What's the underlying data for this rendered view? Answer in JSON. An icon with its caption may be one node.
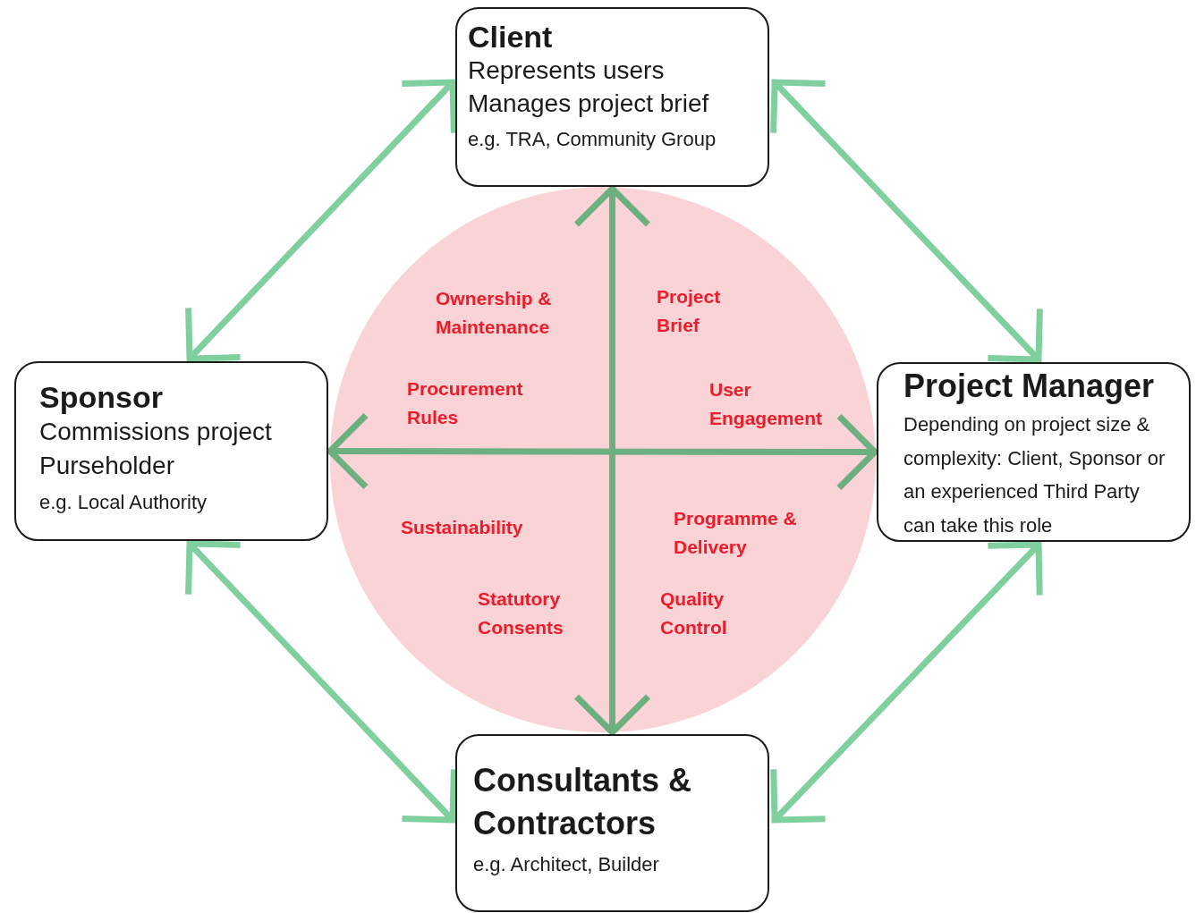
{
  "diagram": {
    "nodes": [
      {
        "text": [
          "Client",
          "Represents users",
          "Manages project brief",
          "e.g. TRA, Community Group"
        ]
      },
      {
        "text": [
          "Sponsor",
          "Commissions project",
          "Purseholder",
          "e.g. Local Authority"
        ]
      },
      {
        "text": [
          "Project Manager",
          "Depending on project size & complexity: Client, Sponsor or an experienced Third Party can take this role"
        ]
      },
      {
        "text": [
          "Consultants & Contractors",
          "e.g. Architect, Builder"
        ]
      }
    ],
    "edges": [
      {
        "from": 0,
        "to": 1,
        "arrow": "both"
      },
      {
        "from": 0,
        "to": 2,
        "arrow": "both"
      },
      {
        "from": 1,
        "to": 3,
        "arrow": "both"
      },
      {
        "from": 2,
        "to": 3,
        "arrow": "both"
      },
      {
        "from": 0,
        "to": 3,
        "arrow": "both",
        "color": "#6db07f"
      },
      {
        "from": 1,
        "to": 2,
        "arrow": "both",
        "color": "#6db07f"
      }
    ],
    "labels": [
      "Ownership & Maintenance",
      "Project Brief",
      "Procurement Rules",
      "User Engagement",
      "Sustainability",
      "Programme & Delivery",
      "Statutory Consents",
      "Quality Control"
    ]
  }
}
